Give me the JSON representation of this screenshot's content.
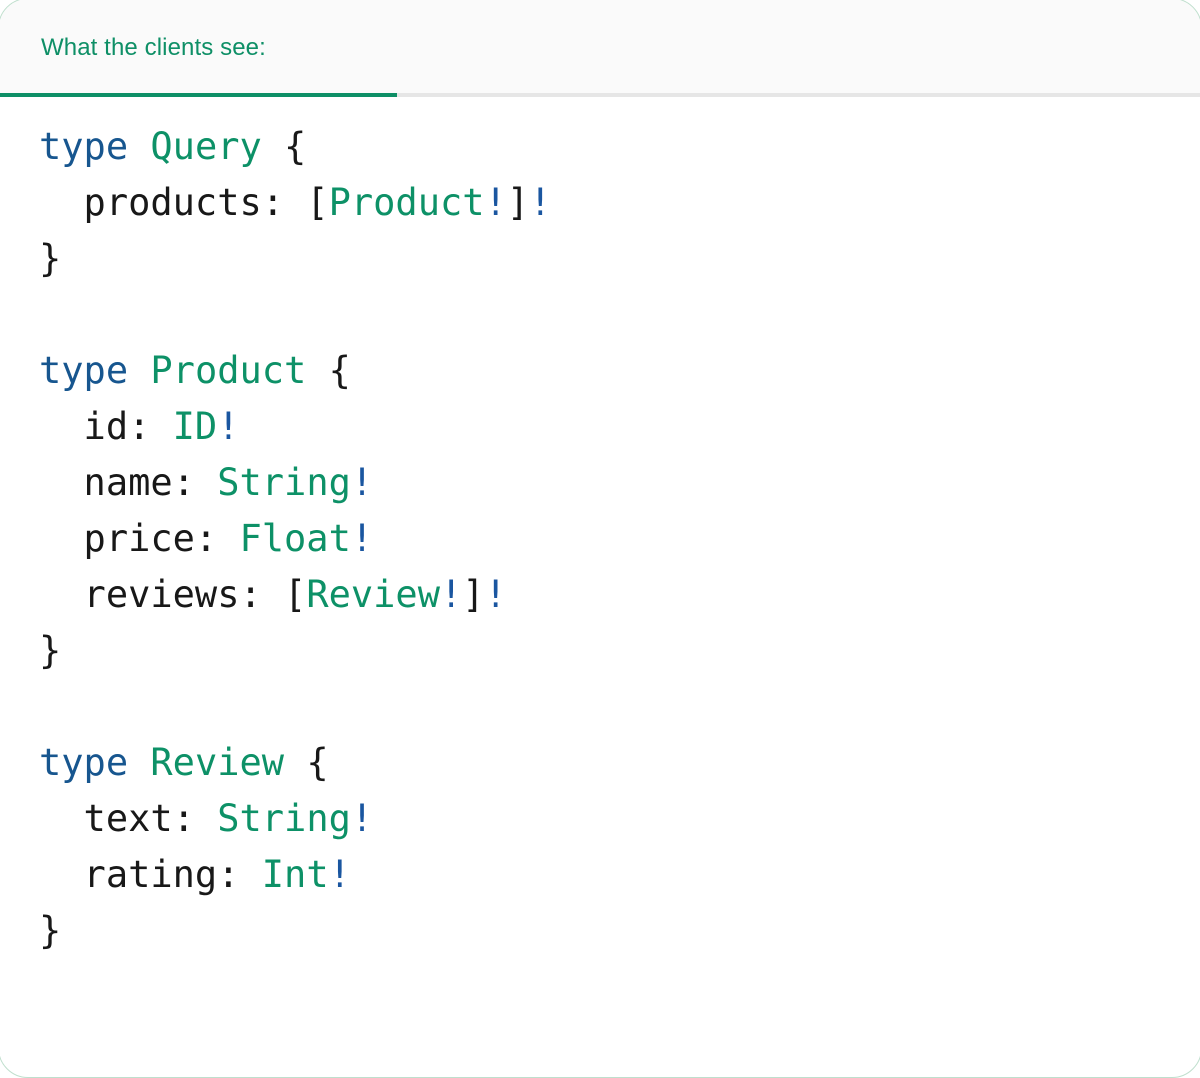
{
  "card": {
    "border_color": "#bfdfcd",
    "background": "#ffffff"
  },
  "tabstrip": {
    "background": "#fafafa",
    "rule_color": "#e6e6e6",
    "active_underline_color": "#0e8f66",
    "tabs": [
      {
        "label": "What the clients see:",
        "active": true,
        "color": "#0e8f66"
      }
    ]
  },
  "code": {
    "language": "graphql",
    "colors": {
      "keyword": "#17568f",
      "type_name": "#0d9167",
      "punctuation": "#181818",
      "non_null": "#1a56a0"
    },
    "text": "type Query {\n  products: [Product!]!\n}\n\ntype Product {\n  id: ID!\n  name: String!\n  price: Float!\n  reviews: [Review!]!\n}\n\ntype Review {\n  text: String!\n  rating: Int!\n}",
    "lines": [
      {
        "tokens": [
          {
            "t": "type",
            "c": "kw"
          },
          {
            "t": " ",
            "c": "punc"
          },
          {
            "t": "Query",
            "c": "tname"
          },
          {
            "t": " {",
            "c": "punc"
          }
        ]
      },
      {
        "tokens": [
          {
            "t": "  products: [",
            "c": "punc"
          },
          {
            "t": "Product",
            "c": "tname"
          },
          {
            "t": "!",
            "c": "bang"
          },
          {
            "t": "]",
            "c": "punc"
          },
          {
            "t": "!",
            "c": "bang"
          }
        ]
      },
      {
        "tokens": [
          {
            "t": "}",
            "c": "punc"
          }
        ]
      },
      {
        "tokens": []
      },
      {
        "tokens": [
          {
            "t": "type",
            "c": "kw"
          },
          {
            "t": " ",
            "c": "punc"
          },
          {
            "t": "Product",
            "c": "tname"
          },
          {
            "t": " {",
            "c": "punc"
          }
        ]
      },
      {
        "tokens": [
          {
            "t": "  id: ",
            "c": "punc"
          },
          {
            "t": "ID",
            "c": "tname"
          },
          {
            "t": "!",
            "c": "bang"
          }
        ]
      },
      {
        "tokens": [
          {
            "t": "  name: ",
            "c": "punc"
          },
          {
            "t": "String",
            "c": "tname"
          },
          {
            "t": "!",
            "c": "bang"
          }
        ]
      },
      {
        "tokens": [
          {
            "t": "  price: ",
            "c": "punc"
          },
          {
            "t": "Float",
            "c": "tname"
          },
          {
            "t": "!",
            "c": "bang"
          }
        ]
      },
      {
        "tokens": [
          {
            "t": "  reviews: [",
            "c": "punc"
          },
          {
            "t": "Review",
            "c": "tname"
          },
          {
            "t": "!",
            "c": "bang"
          },
          {
            "t": "]",
            "c": "punc"
          },
          {
            "t": "!",
            "c": "bang"
          }
        ]
      },
      {
        "tokens": [
          {
            "t": "}",
            "c": "punc"
          }
        ]
      },
      {
        "tokens": []
      },
      {
        "tokens": [
          {
            "t": "type",
            "c": "kw"
          },
          {
            "t": " ",
            "c": "punc"
          },
          {
            "t": "Review",
            "c": "tname"
          },
          {
            "t": " {",
            "c": "punc"
          }
        ]
      },
      {
        "tokens": [
          {
            "t": "  text: ",
            "c": "punc"
          },
          {
            "t": "String",
            "c": "tname"
          },
          {
            "t": "!",
            "c": "bang"
          }
        ]
      },
      {
        "tokens": [
          {
            "t": "  rating: ",
            "c": "punc"
          },
          {
            "t": "Int",
            "c": "tname"
          },
          {
            "t": "!",
            "c": "bang"
          }
        ]
      },
      {
        "tokens": [
          {
            "t": "}",
            "c": "punc"
          }
        ]
      }
    ]
  }
}
